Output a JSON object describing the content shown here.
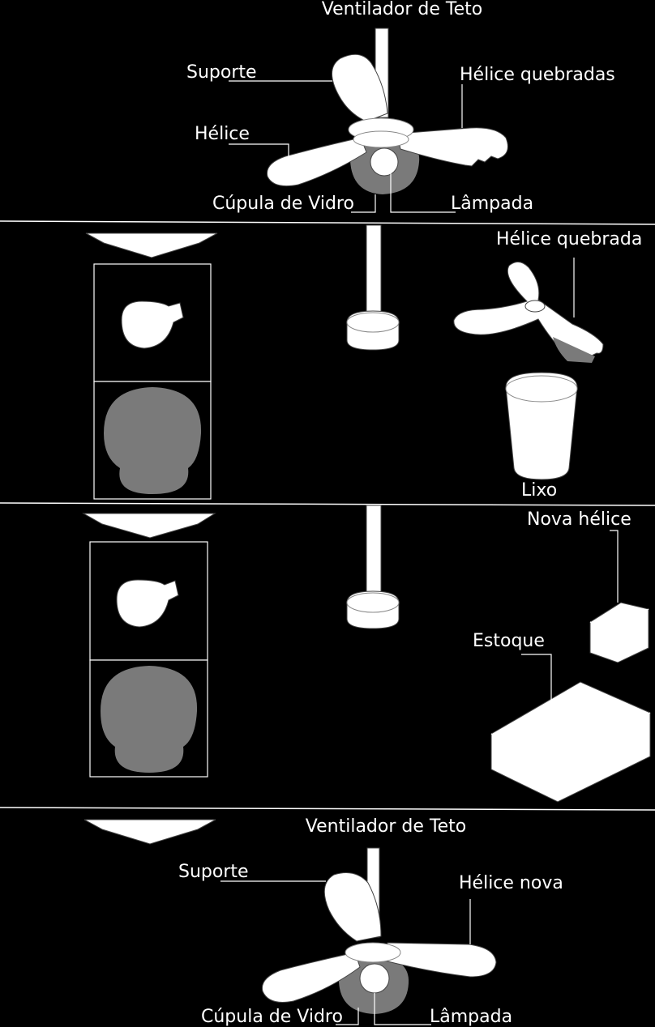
{
  "stage1": {
    "title": "Ventilador de Teto",
    "support": "Suporte",
    "broken_blades": "Hélice quebradas",
    "blade": "Hélice",
    "glass_dome": "Cúpula de Vidro",
    "lamp": "Lâmpada"
  },
  "stage2": {
    "broken_blade": "Hélice quebrada",
    "trash": "Lixo"
  },
  "stage3": {
    "new_blade": "Nova hélice",
    "warehouse": "Estoque"
  },
  "stage4": {
    "title": "Ventilador de Teto",
    "support": "Suporte",
    "new_blade": "Hélice nova",
    "glass_dome": "Cúpula de Vidro",
    "lamp": "Lâmpada"
  }
}
